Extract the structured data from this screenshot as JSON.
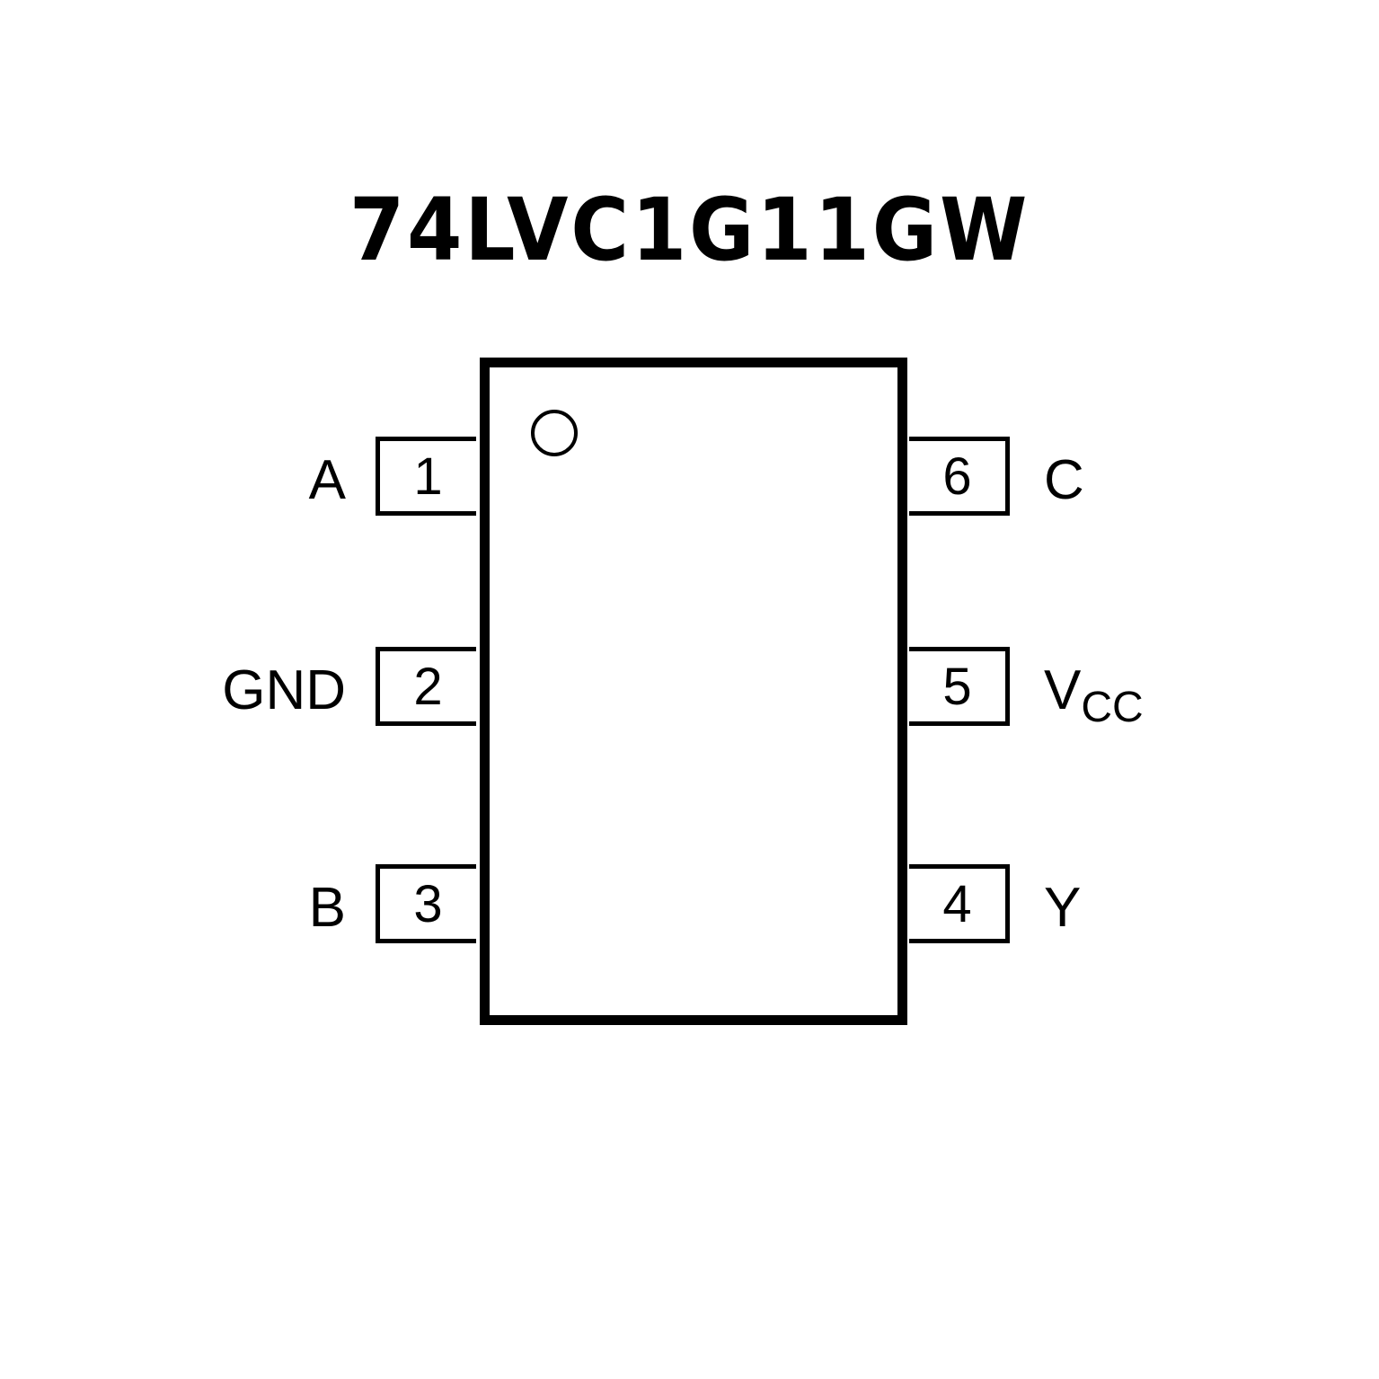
{
  "title": "74LVC1G11GW",
  "pins": {
    "p1": {
      "number": "1",
      "label": "A"
    },
    "p2": {
      "number": "2",
      "label": "GND"
    },
    "p3": {
      "number": "3",
      "label": "B"
    },
    "p4": {
      "number": "4",
      "label": "Y"
    },
    "p5": {
      "number": "5",
      "label": "V",
      "label_sub": "CC"
    },
    "p6": {
      "number": "6",
      "label": "C"
    }
  }
}
